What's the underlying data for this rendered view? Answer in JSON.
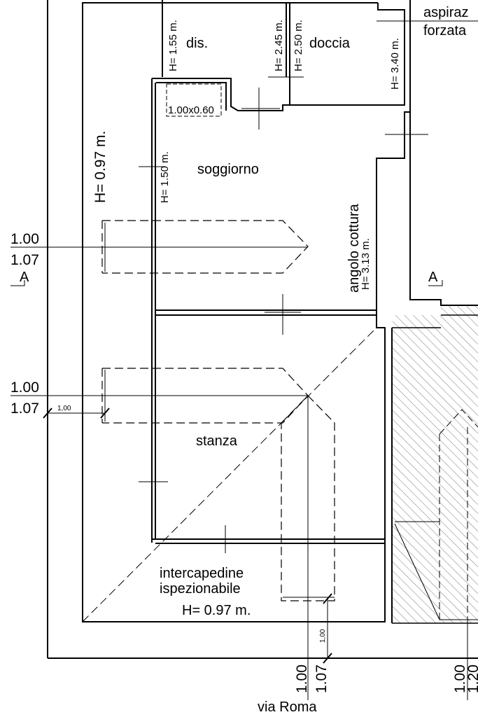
{
  "rooms": {
    "dis": "dis.",
    "doccia": "doccia",
    "soggiorno": "soggiorno",
    "angolo_cottura": "angolo cottura",
    "stanza": "stanza",
    "intercapedine_1": "intercapedine",
    "intercapedine_2": "ispezionabile"
  },
  "heights": {
    "left_wall": "H= 0.97 m.",
    "dis": "H= 1.55 m.",
    "dis_right": "H= 2.45 m.",
    "doccia_left": "H= 2.50 m.",
    "doccia_right": "H= 3.40 m.",
    "soggiorno": "H= 1.50 m.",
    "cottura": "H= 3.13 m.",
    "intercapedine": "H= 0.97 m."
  },
  "window": "1.00x0.60",
  "aspiration_1": "aspiraz",
  "aspiration_2": "forzata",
  "dims": {
    "left_top_a": "1.00",
    "left_top_b": "1.07",
    "left_bottom_a": "1.00",
    "left_bottom_b": "1.07",
    "left_bottom_small": "1,00",
    "bottom_a": "1.00",
    "bottom_b": "1.07",
    "bottom_small": "1,00",
    "bottom_right_a": "1.00",
    "bottom_right_b": "1.20"
  },
  "section_left": "A",
  "section_right": "A",
  "street": "via Roma"
}
